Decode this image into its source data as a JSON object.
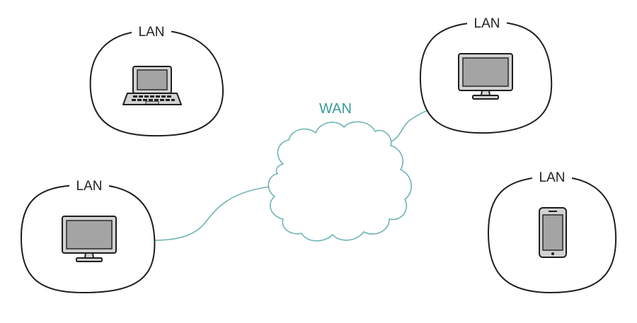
{
  "wan": {
    "label": "WAN"
  },
  "lans": [
    {
      "label": "LAN",
      "device": "laptop-icon"
    },
    {
      "label": "LAN",
      "device": "monitor-icon"
    },
    {
      "label": "LAN",
      "device": "monitor-icon"
    },
    {
      "label": "LAN",
      "device": "smartphone-icon"
    }
  ],
  "colors": {
    "wan_accent": "#6fb3b4",
    "wan_text": "#3a9a98",
    "outline": "#1f1f1f",
    "screen_fill": "#a4a4a4",
    "body_fill": "#d2d2d2"
  }
}
